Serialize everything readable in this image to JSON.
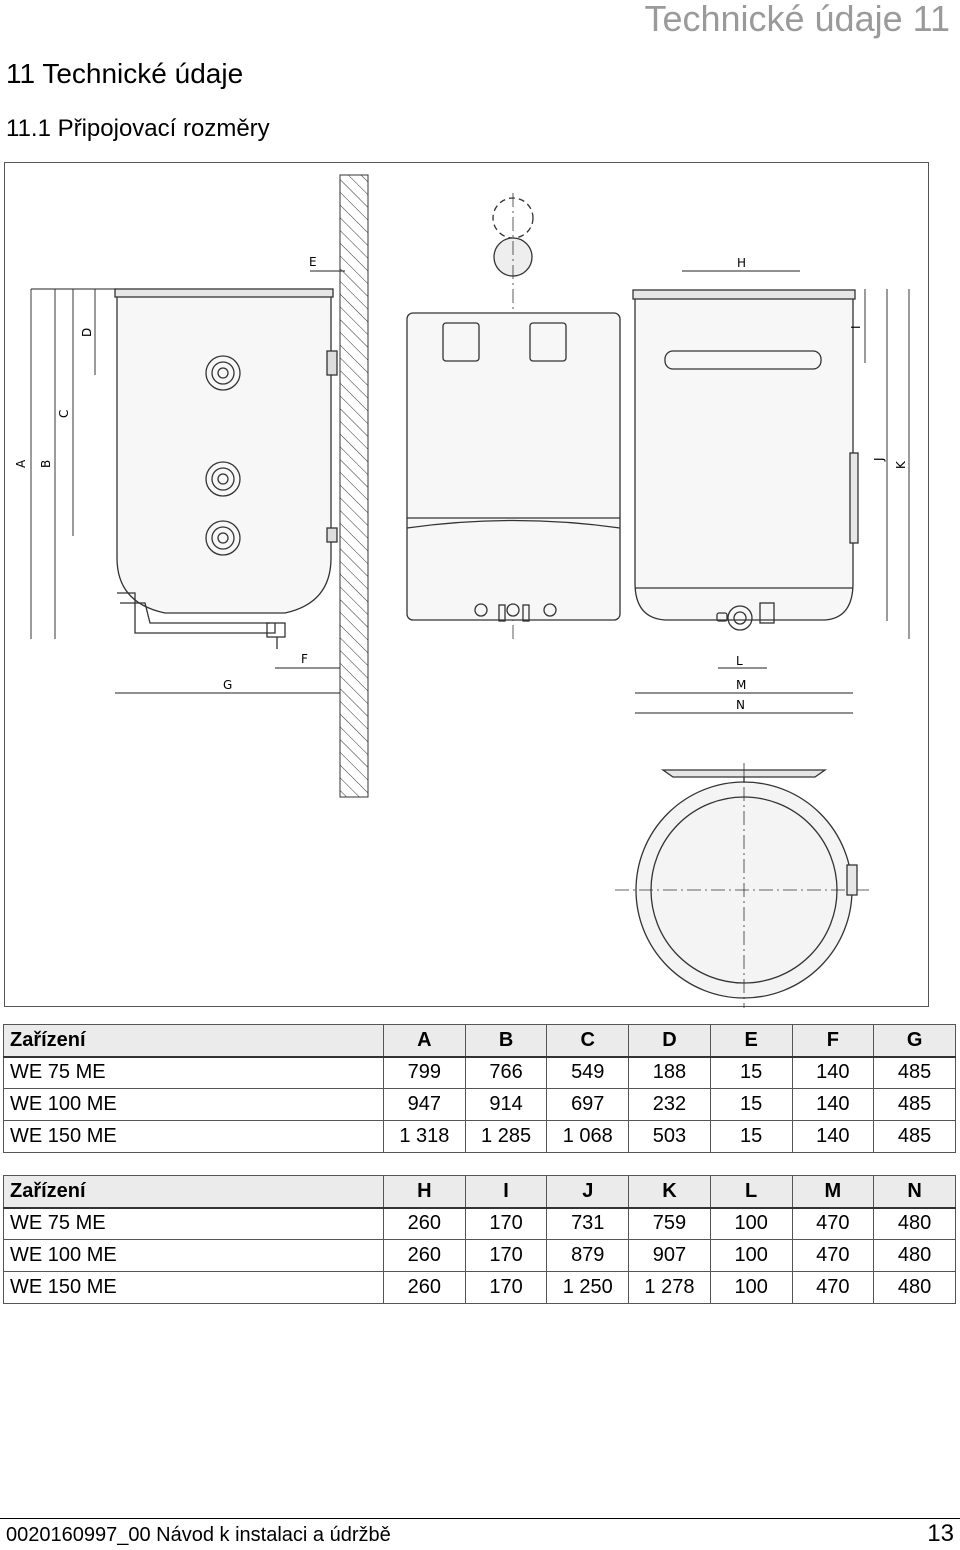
{
  "header": {
    "running_title": "Technické údaje 11"
  },
  "chapter": {
    "title": "11 Technické údaje"
  },
  "section": {
    "title": "11.1 Připojovací rozměry"
  },
  "figure": {
    "dimension_labels": {
      "A": "A",
      "B": "B",
      "C": "C",
      "D": "D",
      "E": "E",
      "F": "F",
      "G": "G",
      "H": "H",
      "I": "I",
      "J": "J",
      "K": "K",
      "L": "L",
      "M": "M",
      "N": "N"
    }
  },
  "table1": {
    "headers": [
      "Zařízení",
      "A",
      "B",
      "C",
      "D",
      "E",
      "F",
      "G"
    ],
    "rows": [
      [
        "WE 75 ME",
        "799",
        "766",
        "549",
        "188",
        "15",
        "140",
        "485"
      ],
      [
        "WE 100 ME",
        "947",
        "914",
        "697",
        "232",
        "15",
        "140",
        "485"
      ],
      [
        "WE 150 ME",
        "1 318",
        "1 285",
        "1 068",
        "503",
        "15",
        "140",
        "485"
      ]
    ]
  },
  "table2": {
    "headers": [
      "Zařízení",
      "H",
      "I",
      "J",
      "K",
      "L",
      "M",
      "N"
    ],
    "rows": [
      [
        "WE 75 ME",
        "260",
        "170",
        "731",
        "759",
        "100",
        "470",
        "480"
      ],
      [
        "WE 100 ME",
        "260",
        "170",
        "879",
        "907",
        "100",
        "470",
        "480"
      ],
      [
        "WE 150 ME",
        "260",
        "170",
        "1 250",
        "1 278",
        "100",
        "470",
        "480"
      ]
    ]
  },
  "footer": {
    "document": "0020160997_00  Návod k instalaci a údržbě",
    "page_number": "13"
  }
}
